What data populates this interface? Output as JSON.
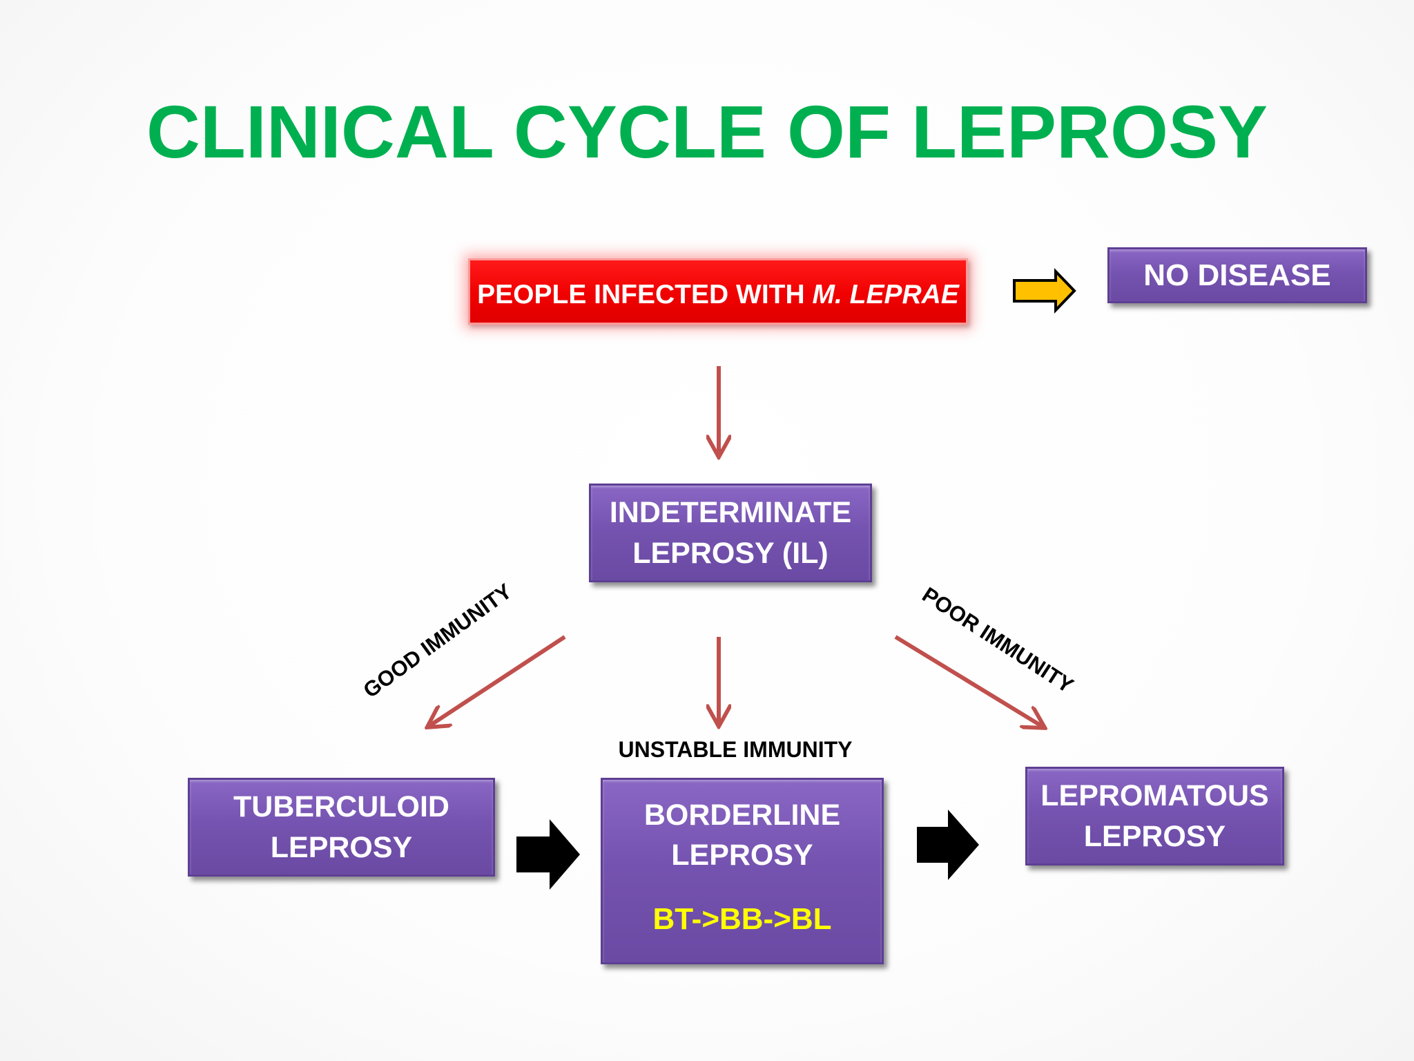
{
  "title": "CLINICAL CYCLE OF LEPROSY",
  "colors": {
    "title": "#00b050",
    "box_purple": "#7553b0",
    "box_red": "#f00000",
    "arrow_red": "#c0504d",
    "arrow_gold": "#ffc000",
    "stage_text": "#ffff00"
  },
  "nodes": {
    "infected": {
      "text": "PEOPLE INFECTED WITH ",
      "italic": "M. LEPRAE"
    },
    "no_disease": {
      "text": "NO DISEASE"
    },
    "indeterminate": {
      "line1": "INDETERMINATE",
      "line2": "LEPROSY (IL)"
    },
    "tuberculoid": {
      "line1": "TUBERCULOID",
      "line2": "LEPROSY"
    },
    "borderline": {
      "line1": "BORDERLINE",
      "line2": "LEPROSY",
      "stages": "BT->BB->BL"
    },
    "lepromatous": {
      "line1": "LEPROMATOUS",
      "line2": "LEPROSY"
    }
  },
  "edge_labels": {
    "good": "GOOD IMMUNITY",
    "unstable": "UNSTABLE IMMUNITY",
    "poor": "POOR IMMUNITY"
  },
  "icons": {
    "to_no_disease": "gold-right-block-arrow-icon",
    "tuberculoid_to_borderline": "black-right-block-arrow-icon",
    "borderline_to_lepromatous": "black-right-block-arrow-icon"
  }
}
